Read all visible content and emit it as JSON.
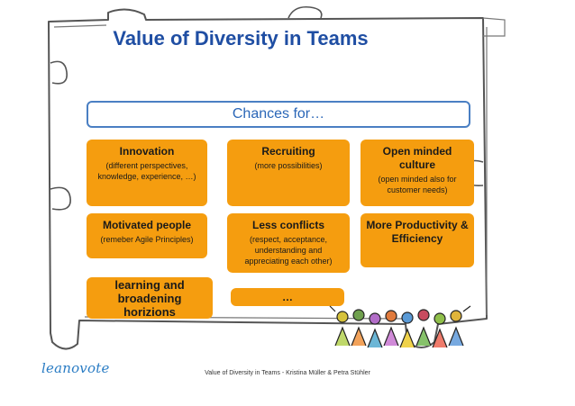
{
  "slide": {
    "title": "Value of Diversity in Teams",
    "chances_label": "Chances for…",
    "cards": [
      {
        "heading": "Innovation",
        "sub": "(different perspectives, knowledge, experience, …)"
      },
      {
        "heading": "Recruiting",
        "sub": "(more possibilities)"
      },
      {
        "heading": "Open minded culture",
        "sub": "(open minded also for customer needs)"
      },
      {
        "heading": "Motivated people",
        "sub": "(remeber Agile Principles)"
      },
      {
        "heading": "Less conflicts",
        "sub": "(respect, acceptance, understanding and appreciating each other)"
      },
      {
        "heading": "More Productivity & Efficiency",
        "sub": ""
      },
      {
        "heading": "learning and broadening horizions",
        "sub": ""
      },
      {
        "heading": "…",
        "sub": ""
      }
    ],
    "footer_text": "Value of Diversity in Teams - Kristina Müller & Petra Stühler",
    "logo_text": "leanovote"
  },
  "colors": {
    "title": "#1f4ea3",
    "card": "#f59d0f",
    "chances_border": "#4a7fc3"
  }
}
